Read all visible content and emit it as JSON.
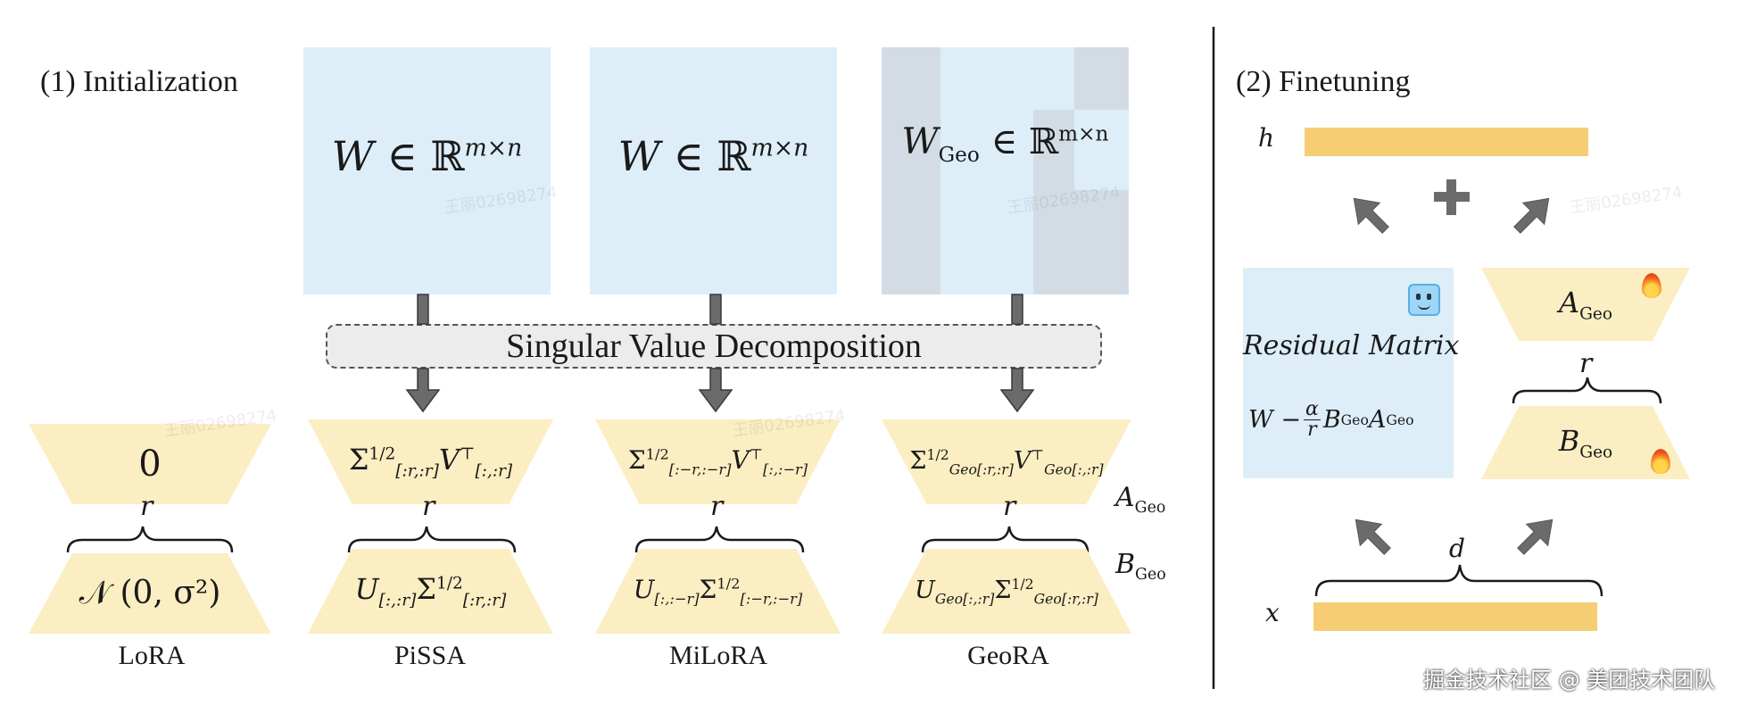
{
  "left": {
    "title": "(1) Initialization",
    "svd_label": "Singular Value Decomposition",
    "matrices": {
      "pissa": {
        "sym": "W",
        "dim": "m×n"
      },
      "milora": {
        "sym": "W",
        "dim": "m×n"
      },
      "geora": {
        "sym": "W",
        "sub": "Geo",
        "dim": "m×n"
      }
    },
    "set_symbol": "∈ ℝ",
    "r": "r",
    "side_labels": {
      "a": "A",
      "b": "B",
      "sub": "Geo"
    },
    "methods": {
      "lora": {
        "label": "LoRA",
        "top": "0",
        "bottom": "𝒩 (0, σ²)"
      },
      "pissa": {
        "label": "PiSSA",
        "top": {
          "a": "Σ",
          "a_sub": "[:r,:r]",
          "a_sup": "1/2",
          "b": "V",
          "b_sub": "[:,:r]",
          "b_sup": "⊤"
        },
        "bottom": {
          "a": "U",
          "a_sub": "[:,:r]",
          "b": "Σ",
          "b_sub": "[:r,:r]",
          "b_sup": "1/2"
        }
      },
      "milora": {
        "label": "MiLoRA",
        "top": {
          "a": "Σ",
          "a_sub": "[:−r,:−r]",
          "a_sup": "1/2",
          "b": "V",
          "b_sub": "[:,:−r]",
          "b_sup": "⊤"
        },
        "bottom": {
          "a": "U",
          "a_sub": "[:,:−r]",
          "b": "Σ",
          "b_sub": "[:−r,:−r]",
          "b_sup": "1/2"
        }
      },
      "geora": {
        "label": "GeoRA",
        "top": {
          "a": "Σ",
          "a_sub": "Geo[:r,:r]",
          "a_sup": "1/2",
          "b": "V",
          "b_sub": "Geo[:,:r]",
          "b_sup": "⊤"
        },
        "bottom": {
          "a": "U",
          "a_sub": "Geo[:,:r]",
          "b": "Σ",
          "b_sub": "Geo[:r,:r]",
          "b_sup": "1/2"
        }
      }
    }
  },
  "right": {
    "title": "(2) Finetuning",
    "h": "h",
    "x": "x",
    "d": "d",
    "r": "r",
    "plus": "+",
    "residual_title": "Residual Matrix",
    "residual_formula": {
      "w": "W − ",
      "alpha": "α",
      "r": "r",
      "b": "B",
      "a": "A",
      "sub": "Geo"
    },
    "a_geo": {
      "sym": "A",
      "sub": "Geo"
    },
    "b_geo": {
      "sym": "B",
      "sub": "Geo"
    },
    "frozen_icon": "ice-cube-icon",
    "trainable_icon": "fire-icon"
  },
  "watermarks": [
    "王丽02698274",
    "王丽02698274",
    "王丽02698274",
    "王丽02698274",
    "王丽02698274"
  ],
  "credit": "掘金技术社区 @ 美团技术团队",
  "colors": {
    "matrix": "#ddeef9",
    "matrix_geo_gray": "#d3dce4",
    "trapezoid": "#fbeec2",
    "bar": "#f6cd73",
    "arrow": "#6b6b6b"
  }
}
